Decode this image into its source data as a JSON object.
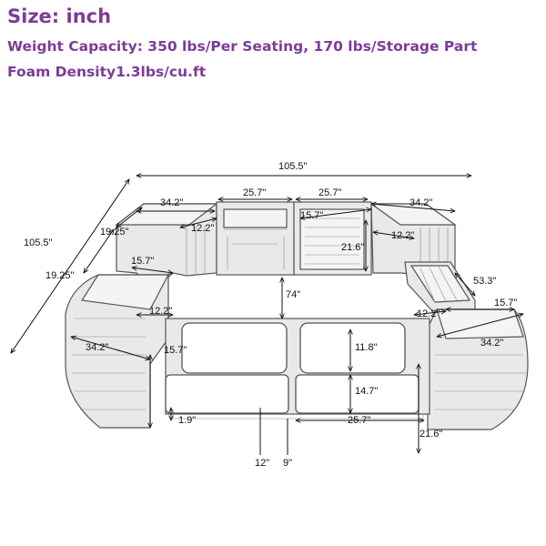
{
  "header": {
    "size": "Size: inch",
    "weight": "Weight Capacity: 350 lbs/Per Seating, 170 lbs/Storage Part",
    "foam": "Foam Density1.3lbs/cu.ft"
  },
  "dimensions": {
    "overall_width": "105.5\"",
    "overall_depth": "105.5\"",
    "back_left_corner_width": "34.2\"",
    "back_center_left_width": "25.7\"",
    "back_center_right_width": "25.7\"",
    "back_right_corner_width": "34.2\"",
    "back_left_side_depth": "19.25\"",
    "back_left_inner_depth": "12.2\"",
    "back_left_arm_depth": "15.7\"",
    "back_center_depth": "15.7\"",
    "back_center_height": "21.6\"",
    "back_right_inner_depth": "12.2\"",
    "left_side_depth": "19.25\"",
    "inner_span": "74\"",
    "left_front_corner_width": "34.2\"",
    "left_front_inner_depth": "12.2\"",
    "left_front_arm_depth": "15.7\"",
    "table_length": "53.3\"",
    "right_front_arm_depth": "15.7\"",
    "right_front_inner_depth": "12.2\"",
    "right_front_corner_width": "34.2\"",
    "cushion_back_height": "11.8\"",
    "seat_height": "14.7\"",
    "leg_height": "1.9\"",
    "seat_width": "25.7\"",
    "right_front_height": "21.6\"",
    "seat_depth": "12\"",
    "seat_gap": "9\""
  }
}
